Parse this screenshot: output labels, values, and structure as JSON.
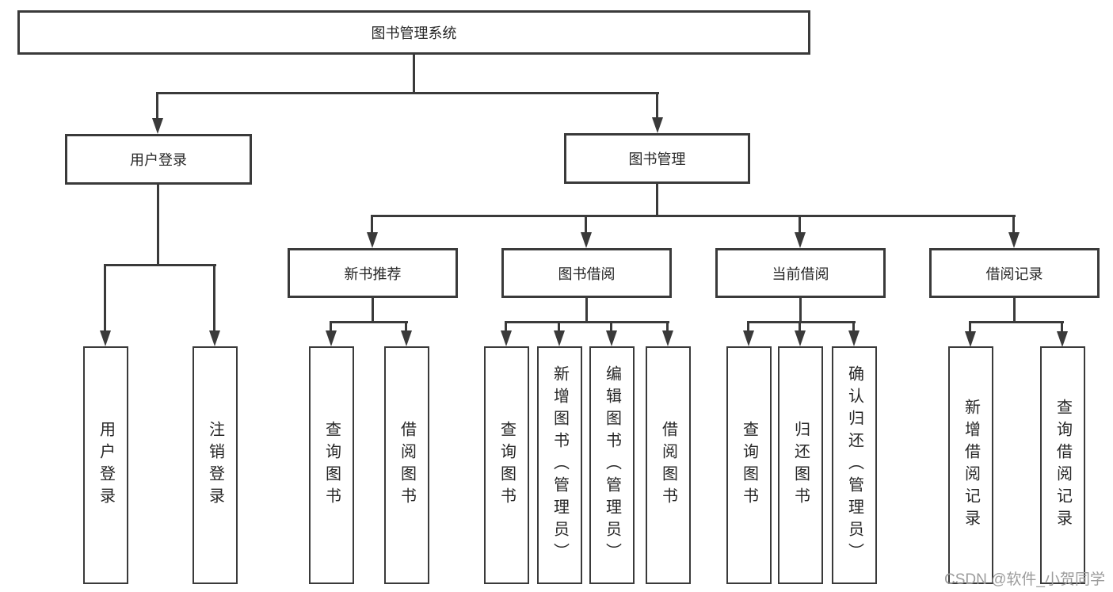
{
  "nodes": {
    "root": "图书管理系统",
    "level2": [
      {
        "label": "用户登录"
      },
      {
        "label": "图书管理"
      }
    ],
    "level3": [
      {
        "label": "新书推荐",
        "parent": "图书管理"
      },
      {
        "label": "图书借阅",
        "parent": "图书管理"
      },
      {
        "label": "当前借阅",
        "parent": "图书管理"
      },
      {
        "label": "借阅记录",
        "parent": "图书管理"
      }
    ],
    "leaves": [
      {
        "label": "用户登录",
        "parent": "用户登录"
      },
      {
        "label": "注销登录",
        "parent": "用户登录"
      },
      {
        "label": "查询图书",
        "parent": "新书推荐"
      },
      {
        "label": "借阅图书",
        "parent": "新书推荐"
      },
      {
        "label": "查询图书",
        "parent": "图书借阅"
      },
      {
        "label": "新增图书（管理员）",
        "parent": "图书借阅"
      },
      {
        "label": "编辑图书（管理员）",
        "parent": "图书借阅"
      },
      {
        "label": "借阅图书",
        "parent": "图书借阅"
      },
      {
        "label": "查询图书",
        "parent": "当前借阅"
      },
      {
        "label": "归还图书",
        "parent": "当前借阅"
      },
      {
        "label": "确认归还（管理员）",
        "parent": "当前借阅"
      },
      {
        "label": "新增借阅记录",
        "parent": "借阅记录"
      },
      {
        "label": "查询借阅记录",
        "parent": "借阅记录"
      }
    ]
  },
  "watermark": "CSDN @软件_小贺同学",
  "colors": {
    "line": "#3a3a3a",
    "text": "#262626",
    "watermark": "#9c9c9c",
    "background": "#ffffff"
  }
}
